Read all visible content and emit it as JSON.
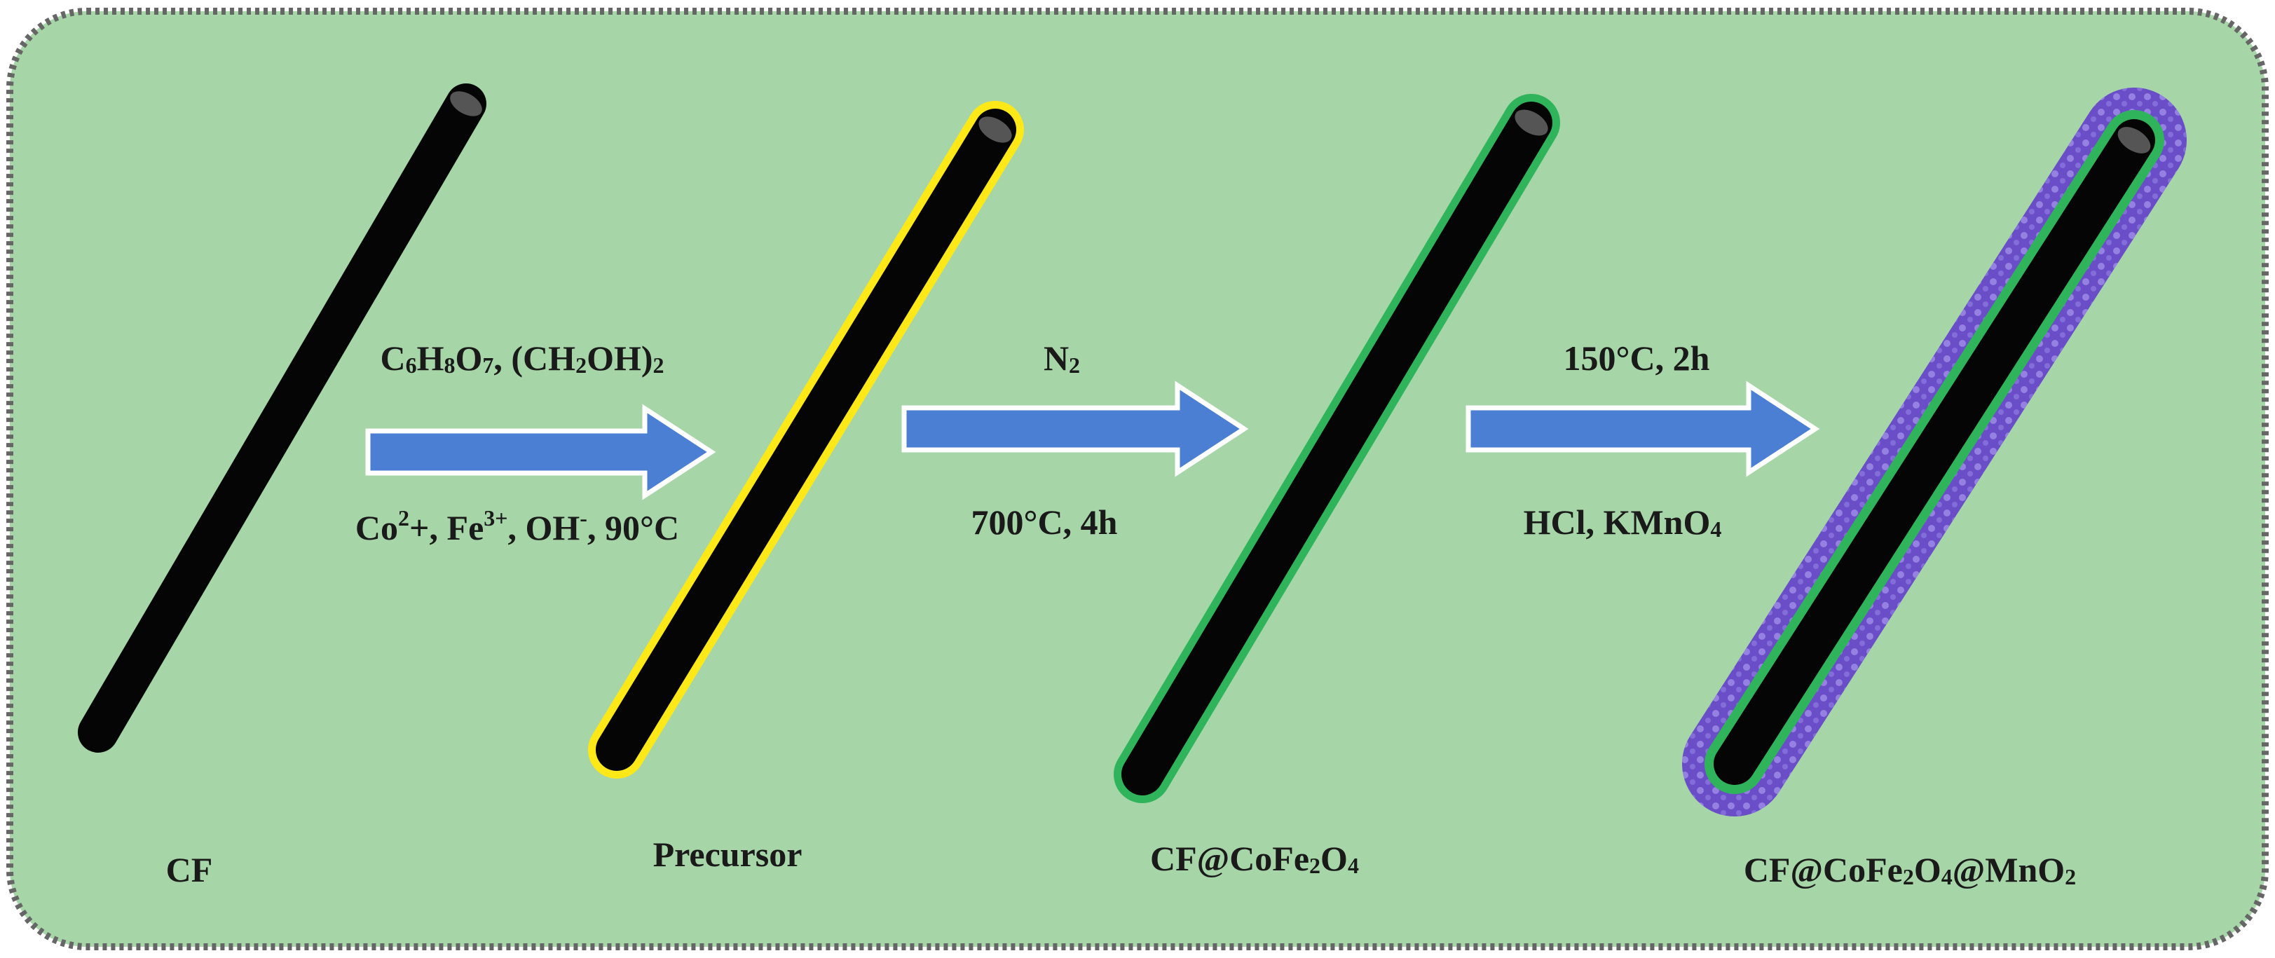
{
  "colors": {
    "panel_fill": "#a6d6a7",
    "panel_border": "#666666",
    "fiber_core": "#050505",
    "fiber_top": "#555555",
    "precursor_coat": "#ffe818",
    "cofe2o4_coat": "#2fb45c",
    "mno2_shell": "#6a4ec8",
    "mno2_dots": "#9a86e4",
    "arrow_fill": "#4a7fd4",
    "arrow_edge": "#ffffff",
    "text": "#1a1a1a"
  },
  "stages": [
    {
      "name": "CF",
      "coating": "none",
      "label": [
        {
          "t": "CF",
          "s": ""
        }
      ]
    },
    {
      "name": "Precursor",
      "coating": "precursor",
      "label": [
        {
          "t": "Precursor",
          "s": ""
        }
      ]
    },
    {
      "name": "CF@CoFe2O4",
      "coating": "cofe2o4",
      "label": [
        {
          "t": "CF@CoFe",
          "s": ""
        },
        {
          "t": "2",
          "s": "sub"
        },
        {
          "t": "O",
          "s": ""
        },
        {
          "t": "4",
          "s": "sub"
        }
      ]
    },
    {
      "name": "CF@CoFe2O4@MnO2",
      "coating": "mno2",
      "label": [
        {
          "t": "CF@CoFe",
          "s": ""
        },
        {
          "t": "2",
          "s": "sub"
        },
        {
          "t": "O",
          "s": ""
        },
        {
          "t": "4",
          "s": "sub"
        },
        {
          "t": "@MnO",
          "s": ""
        },
        {
          "t": "2",
          "s": "sub"
        }
      ]
    }
  ],
  "steps": [
    {
      "name": "step-1",
      "above": [
        {
          "t": "C",
          "s": ""
        },
        {
          "t": "6",
          "s": "sub"
        },
        {
          "t": "H",
          "s": ""
        },
        {
          "t": "8",
          "s": "sub"
        },
        {
          "t": "O",
          "s": ""
        },
        {
          "t": "7",
          "s": "sub"
        },
        {
          "t": ", (CH",
          "s": ""
        },
        {
          "t": "2",
          "s": "sub"
        },
        {
          "t": "OH)",
          "s": ""
        },
        {
          "t": "2",
          "s": "sub"
        }
      ],
      "below": [
        {
          "t": "Co",
          "s": ""
        },
        {
          "t": "2",
          "s": "sup"
        },
        {
          "t": "+, Fe",
          "s": ""
        },
        {
          "t": "3+",
          "s": "sup"
        },
        {
          "t": ", OH",
          "s": ""
        },
        {
          "t": "-",
          "s": "sup"
        },
        {
          "t": ", 90°C",
          "s": ""
        }
      ]
    },
    {
      "name": "step-2",
      "above": [
        {
          "t": "N",
          "s": ""
        },
        {
          "t": "2",
          "s": "sub"
        }
      ],
      "below": [
        {
          "t": "700°C, 4h",
          "s": ""
        }
      ]
    },
    {
      "name": "step-3",
      "above": [
        {
          "t": "150°C, 2h",
          "s": ""
        }
      ],
      "below": [
        {
          "t": "HCl, KMnO",
          "s": ""
        },
        {
          "t": "4",
          "s": "sub"
        }
      ]
    }
  ]
}
